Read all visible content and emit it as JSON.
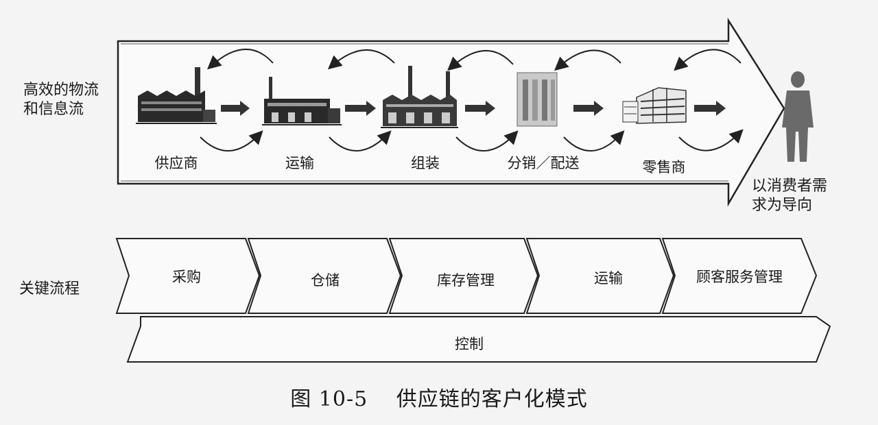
{
  "top_left_label": [
    "高效的物流",
    "和信息流"
  ],
  "stages": [
    "供应商",
    "运输",
    "组装",
    "分销／配送",
    "零售商"
  ],
  "customer_label": [
    "以消费者需",
    "求为导向"
  ],
  "key_process_label": "关键流程",
  "processes": [
    "采购",
    "仓储",
    "库存管理",
    "运输",
    "顾客服务管理"
  ],
  "control_label": "控制",
  "caption": "图 10-5　 供应链的客户化模式",
  "icons": [
    "factory-icon",
    "factory-icon",
    "factory-icon",
    "warehouse-building-icon",
    "retail-store-icon",
    "consumer-person-icon"
  ]
}
